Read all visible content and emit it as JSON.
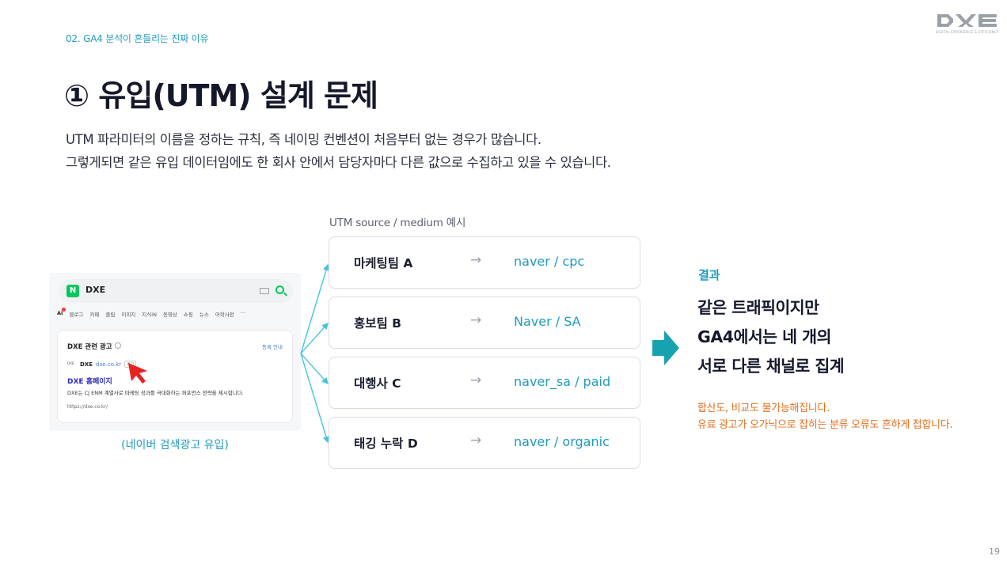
{
  "header": {
    "section_label": "02. GA4 분석이 흔들리는 진짜 이유",
    "logo_text": "DXE",
    "logo_subtitle": "DIGITAL EXPERIENCE & EFFICIENCY"
  },
  "title": "① 유입(UTM) 설계 문제",
  "description": [
    "UTM 파라미터의 이름을 정하는 규칙, 즉 네이밍 컨벤션이 처음부터 없는 경우가 많습니다.",
    "그렇게되면 같은 유입 데이터임에도 한 회사 안에서 담당자마다 다른 값으로 수집하고 있을 수 있습니다."
  ],
  "screenshot": {
    "badge": "N",
    "query": "DXE",
    "tabs": [
      "AI",
      "블로그",
      "카페",
      "클립",
      "이미지",
      "지식iN",
      "동영상",
      "쇼핑",
      "뉴스",
      "어학사전",
      "···"
    ],
    "ad_title": "DXE 관련 광고",
    "ad_register": "등록 안내",
    "ad_favicon": "DXE",
    "ad_site_name": "DXE",
    "ad_site_url": "dxe.co.kr",
    "ad_tag": "광고",
    "ad_link": "DXE 홈페이지",
    "ad_text": "DXE는 CJ ENM 계열사로 마케팅 성과를 극대화하는 퍼포먼스 전략을 제시합니다.",
    "ad_href": "https://dxe.co.kr/",
    "caption": "(네이버 검색광고 유입)"
  },
  "utm": {
    "label": "UTM source / medium 예시",
    "arrow": "→",
    "rows": [
      {
        "team": "마케팅팀 A",
        "value": "naver / cpc"
      },
      {
        "team": "홍보팀 B",
        "value": "Naver / SA"
      },
      {
        "team": "대행사 C",
        "value": "naver_sa / paid"
      },
      {
        "team": "태깅 누락 D",
        "value": "naver / organic"
      }
    ]
  },
  "result": {
    "label": "결과",
    "main": [
      "같은 트래픽이지만",
      "GA4에서는 네 개의",
      "서로 다른 채널로 집계"
    ],
    "note": [
      "합산도, 비교도 불가능해집니다.",
      "유료 광고가 오가닉으로 잡히는 분류 오류도 흔하게 접합니다."
    ]
  },
  "page_number": "19",
  "colors": {
    "accent": "#1e9bbd",
    "arrow_fill": "#17a2b0",
    "warning": "#e2701f",
    "naver_green": "#03c75a"
  }
}
